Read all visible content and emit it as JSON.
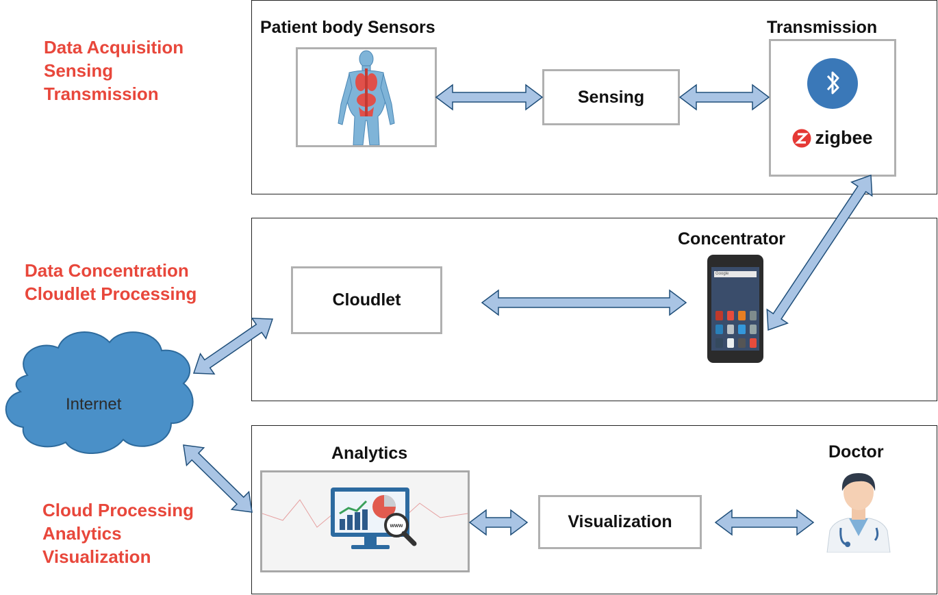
{
  "stages": {
    "acquisition": [
      "Data Acquisition",
      "Sensing",
      "Transmission"
    ],
    "concentration": [
      "Data Concentration",
      "Cloudlet Processing"
    ],
    "cloud": [
      "Cloud Processing",
      "Analytics",
      "Visualization"
    ]
  },
  "top_panel": {
    "sensors_heading": "Patient body Sensors",
    "transmission_heading": "Transmission",
    "sensing_label": "Sensing",
    "zigbee_label": "zigbee"
  },
  "middle_panel": {
    "concentrator_heading": "Concentrator",
    "cloudlet_label": "Cloudlet",
    "phone_search_text": "Google"
  },
  "bottom_panel": {
    "analytics_heading": "Analytics",
    "doctor_heading": "Doctor",
    "visualization_label": "Visualization",
    "www_label": "www"
  },
  "internet_label": "Internet",
  "colors": {
    "stage_text": "#e8473b",
    "arrow_fill": "#a9c4e4",
    "arrow_stroke": "#1f4e79",
    "cloud_fill": "#4a90c8",
    "bluetooth": "#3a78b8",
    "zigbee_red": "#e53935"
  }
}
